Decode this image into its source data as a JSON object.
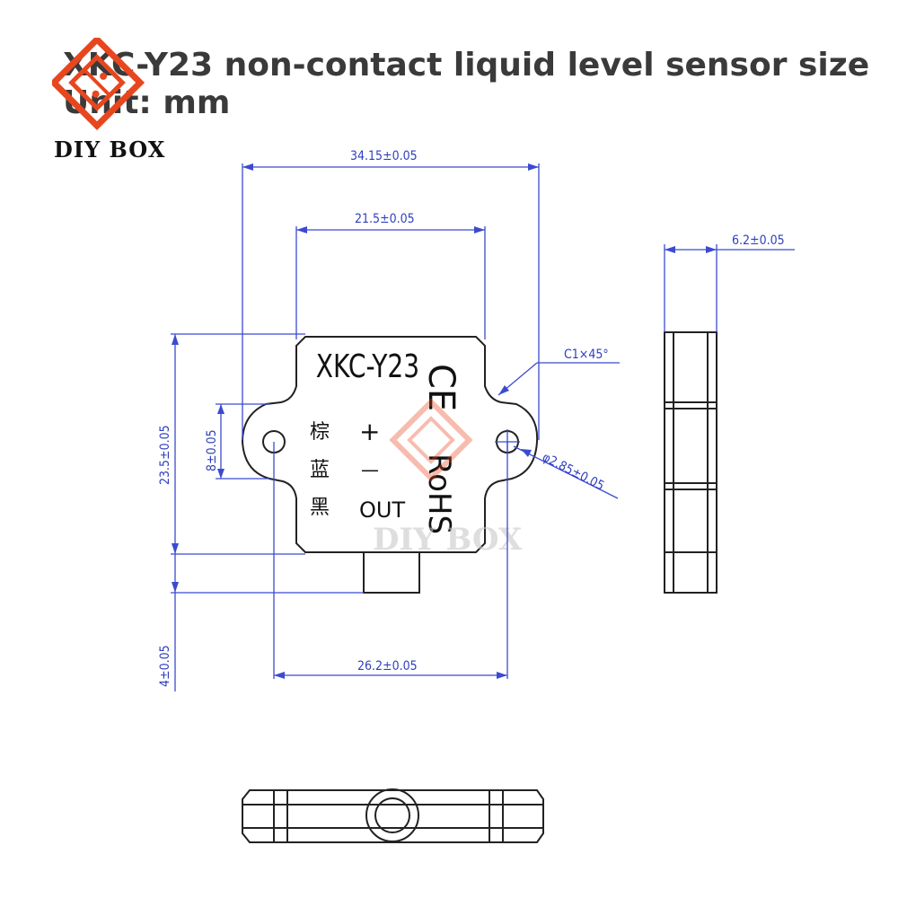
{
  "header": {
    "title": "XKC-Y23 non-contact liquid level sensor size",
    "unit": "Unit: mm"
  },
  "brand": {
    "logo_text": "DIY BOX",
    "watermark_text": "DIY BOX",
    "logo_color": "#e8461e"
  },
  "dimensions": {
    "overall_width": "34.15±0.05",
    "body_width": "21.5±0.05",
    "thickness": "6.2±0.05",
    "chamfer": "C1×45°",
    "height": "23.5±0.05",
    "tab_height": "8±0.05",
    "hole_diameter": "φ2.85±0.05",
    "hole_spacing": "26.2±0.05",
    "protrusion": "4±0.05"
  },
  "markings": {
    "model": "XKC-Y23",
    "pin_plus": "+",
    "pin_minus": "—",
    "pin_out": "OUT",
    "char_brown": "棕",
    "char_blue": "蓝",
    "char_black": "黑",
    "cert_ce": "CE",
    "cert_rohs": "RoHS"
  },
  "colors": {
    "dimension_lines": "#3b4bd0",
    "outline": "#222222"
  }
}
